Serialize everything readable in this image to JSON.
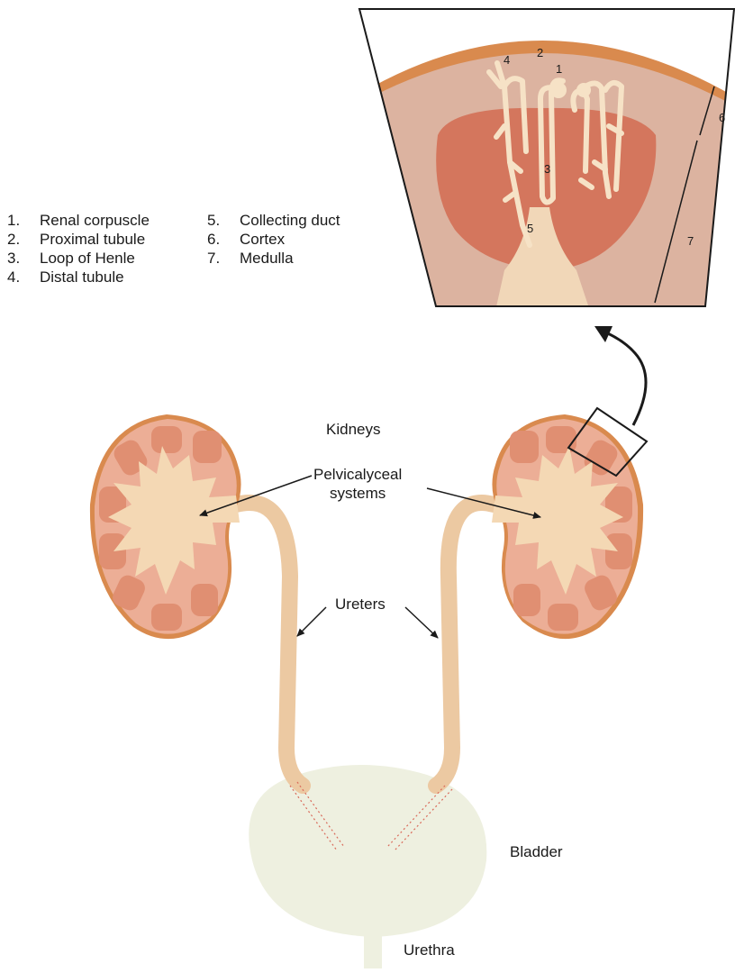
{
  "legend": {
    "left": [
      {
        "num": "1.",
        "label": "Renal corpuscle"
      },
      {
        "num": "2.",
        "label": "Proximal tubule"
      },
      {
        "num": "3.",
        "label": "Loop of Henle"
      },
      {
        "num": "4.",
        "label": "Distal tubule"
      }
    ],
    "right": [
      {
        "num": "5.",
        "label": "Collecting duct"
      },
      {
        "num": "6.",
        "label": "Cortex"
      },
      {
        "num": "7.",
        "label": "Medulla"
      }
    ]
  },
  "labels": {
    "kidneys": "Kidneys",
    "pelvicalyceal_line1": "Pelvicalyceal",
    "pelvicalyceal_line2": "systems",
    "ureters": "Ureters",
    "bladder": "Bladder",
    "urethra": "Urethra"
  },
  "inset_markers": {
    "m1": "1",
    "m2": "2",
    "m3": "3",
    "m4": "4",
    "m5": "5",
    "m6": "6",
    "m7": "7"
  },
  "colors": {
    "capsule": "#d98a4e",
    "cortex": "#ecae96",
    "pyramid": "#e08f72",
    "pelvis": "#f4d8b4",
    "ureter": "#ecc9a2",
    "bladder": "#eef0e0",
    "inset_cortex": "#dcb3a0",
    "inset_medulla": "#d4765d",
    "nephron": "#f6e2c6"
  }
}
